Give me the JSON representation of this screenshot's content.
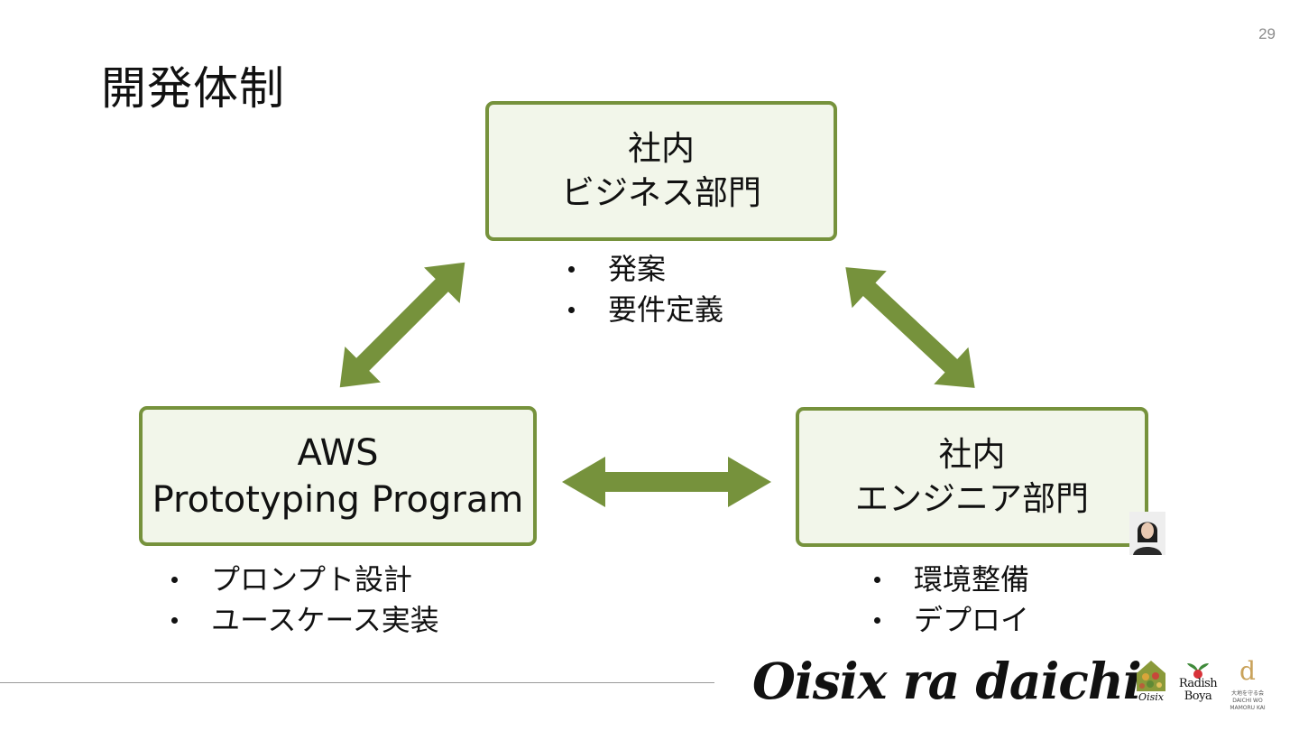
{
  "page_number": "29",
  "title": "開発体制",
  "colors": {
    "accent": "#76923c",
    "box_fill": "#f2f6ea",
    "text": "#111111"
  },
  "boxes": {
    "top": {
      "line1": "社内",
      "line2": "ビジネス部門"
    },
    "left": {
      "line1": "AWS",
      "line2": "Prototyping Program"
    },
    "right": {
      "line1": "社内",
      "line2": "エンジニア部門"
    }
  },
  "bullets": {
    "top": [
      "発案",
      "要件定義"
    ],
    "left": [
      "プロンプト設計",
      "ユースケース実装"
    ],
    "right": [
      "環境整備",
      "デプロイ"
    ]
  },
  "icons": {
    "arrow_top_left": "double-arrow-icon",
    "arrow_top_right": "double-arrow-icon",
    "arrow_bottom": "double-arrow-icon",
    "avatar": "presenter-avatar"
  },
  "footer": {
    "brand": "Oisix ra daichi",
    "sub_logos": {
      "oisix": "Oisix",
      "radish_line1": "Radish",
      "radish_line2": "Boya",
      "daichi_mark": "d",
      "daichi_line1": "大地を守る会",
      "daichi_line2": "DAICHI WO MAMORU KAI"
    }
  }
}
